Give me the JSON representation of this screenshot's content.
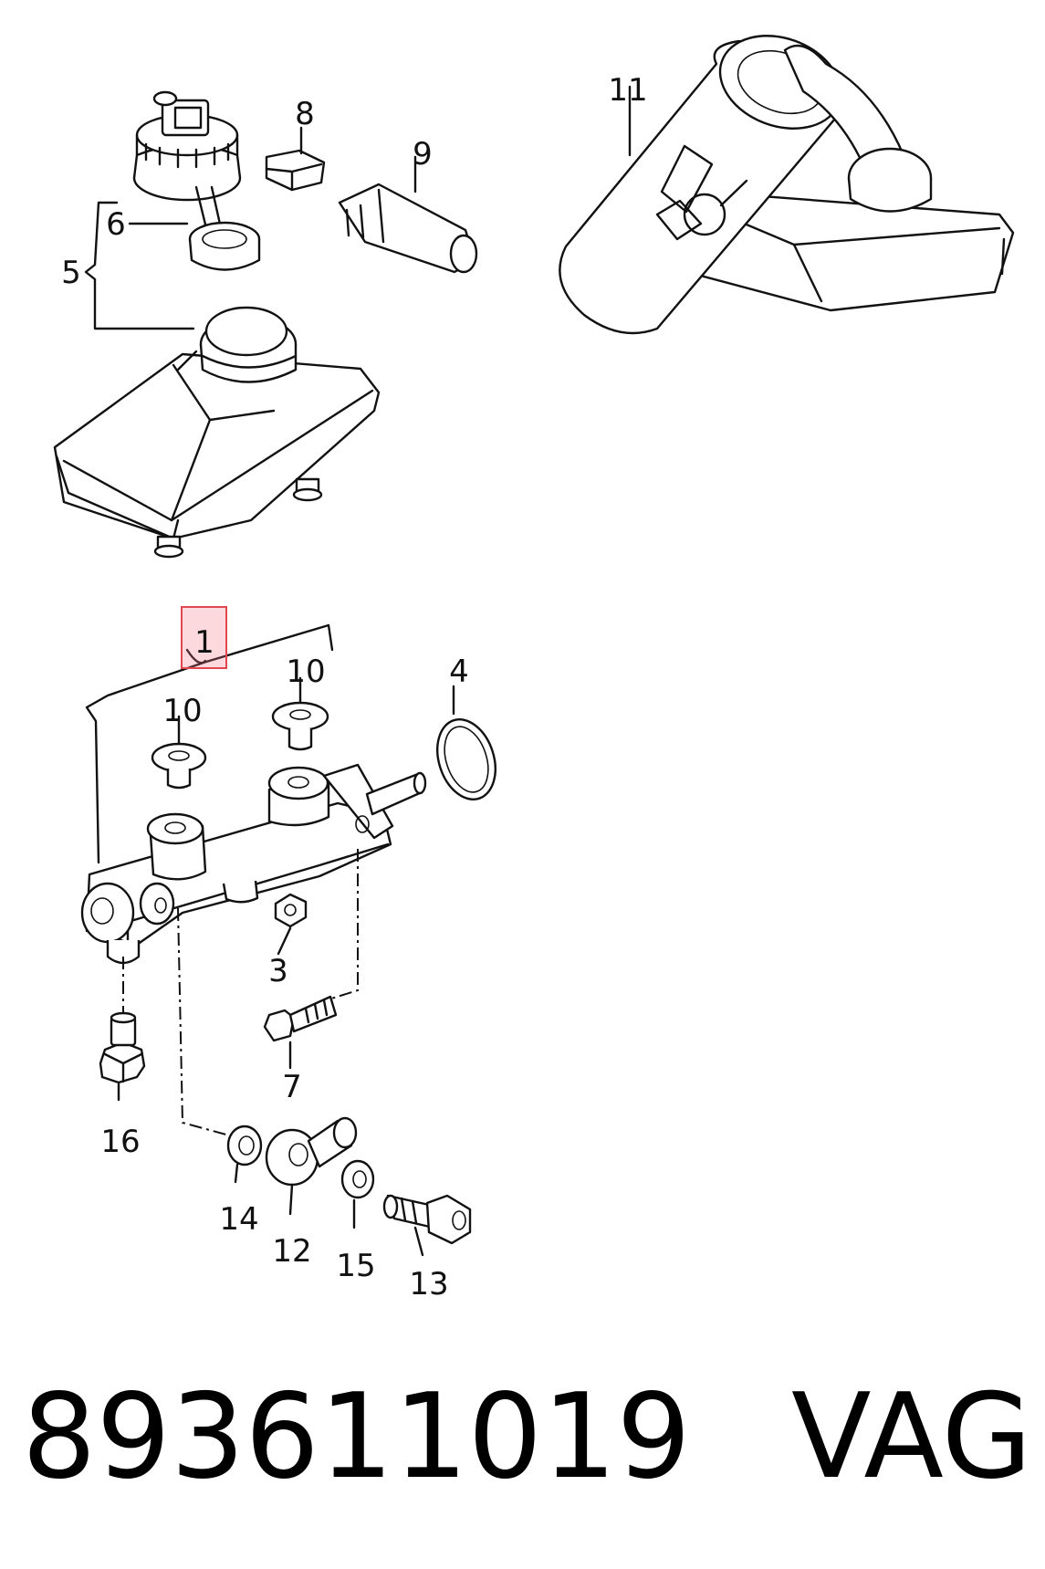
{
  "callouts": {
    "c1": "1",
    "c3": "3",
    "c4": "4",
    "c5": "5",
    "c6": "6",
    "c7": "7",
    "c8": "8",
    "c9": "9",
    "c10a": "10",
    "c10b": "10",
    "c11": "11",
    "c12": "12",
    "c13": "13",
    "c14": "14",
    "c15": "15",
    "c16": "16"
  },
  "highlight": {
    "callout": "1",
    "color": "#e0474f"
  },
  "footer": {
    "part_number": "893611019",
    "brand": "VAG"
  }
}
